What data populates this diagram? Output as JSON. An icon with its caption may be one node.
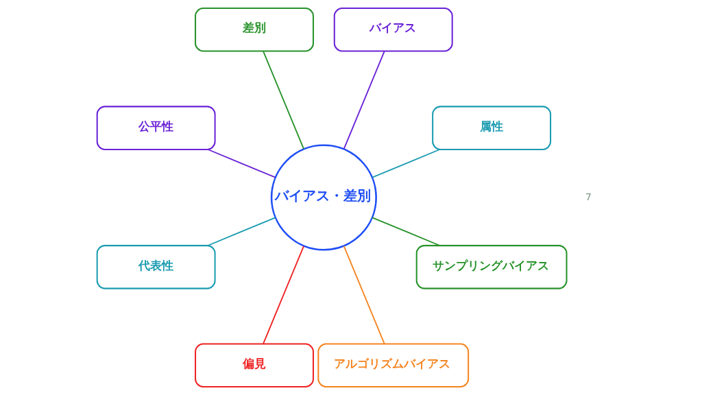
{
  "diagram": {
    "nodes": [
      {
        "text": [
          "バイアス・差別"
        ]
      },
      {
        "text": [
          "バイアス"
        ]
      },
      {
        "text": [
          "属性"
        ]
      },
      {
        "text": [
          "サンプリングバイアス"
        ]
      },
      {
        "text": [
          "アルゴリズムバイアス"
        ]
      },
      {
        "text": [
          "偏見"
        ]
      },
      {
        "text": [
          "代表性"
        ]
      },
      {
        "text": [
          "公平性"
        ]
      },
      {
        "text": [
          "差別"
        ]
      }
    ],
    "edges": [
      {
        "from": 0,
        "to": 1,
        "arrow": "none",
        "color": "#6a22d6"
      },
      {
        "from": 0,
        "to": 2,
        "arrow": "none",
        "color": "#1a9bb0"
      },
      {
        "from": 0,
        "to": 3,
        "arrow": "none",
        "color": "#27922a"
      },
      {
        "from": 0,
        "to": 4,
        "arrow": "none",
        "color": "#f5841f"
      },
      {
        "from": 0,
        "to": 5,
        "arrow": "none",
        "color": "#ee2222"
      },
      {
        "from": 0,
        "to": 6,
        "arrow": "none",
        "color": "#1a9bb0"
      },
      {
        "from": 0,
        "to": 7,
        "arrow": "none",
        "color": "#6a22d6"
      },
      {
        "from": 0,
        "to": 8,
        "arrow": "none",
        "color": "#27922a"
      }
    ],
    "labels": [
      "7"
    ]
  }
}
